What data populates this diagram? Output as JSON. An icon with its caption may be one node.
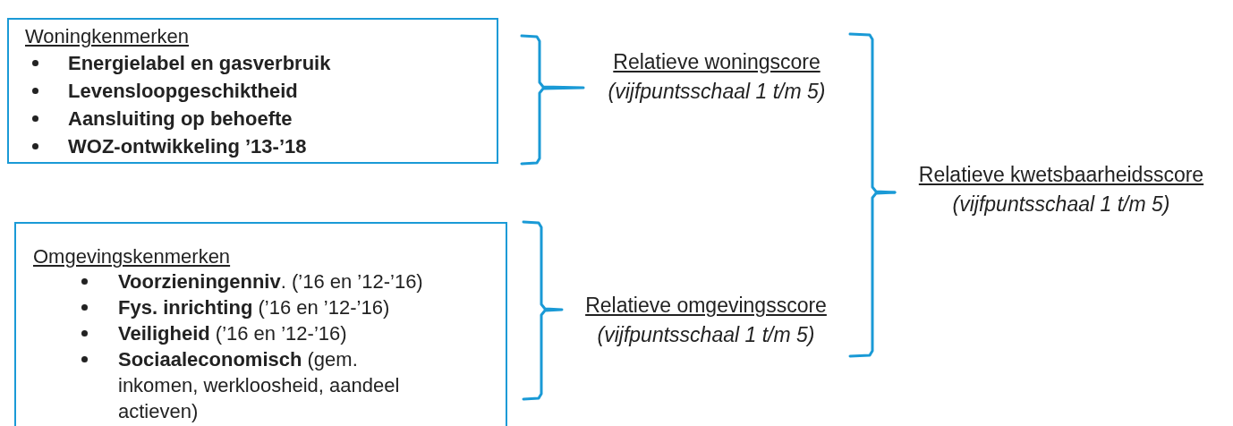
{
  "diagram": {
    "nodes": [
      {
        "text": [
          "Woningkenmerken",
          "Energielabel en gasverbruik",
          "Levensloopgeschiktheid",
          "Aansluiting op behoefte",
          "WOZ-ontwikkeling ’13-’18"
        ]
      },
      {
        "text": [
          "Relatieve woningscore",
          "(vijfpuntsschaal 1 t/m 5)"
        ]
      },
      {
        "text": [
          "Omgevingskenmerken",
          "**Voorzieningenniv**. (’16 en ’12-’16)",
          "**Fys. inrichting** (’16 en ’12-’16)",
          "**Veiligheid** (’16 en ’12-’16)",
          "**Sociaaleconomisch** (gem. inkomen, werkloosheid, aandeel actieven)"
        ]
      },
      {
        "text": [
          "Relatieve omgevingsscore",
          "(vijfpuntsschaal 1 t/m 5)"
        ]
      },
      {
        "text": [
          "Relatieve kwetsbaarheidsscore",
          "(vijfpuntsschaal 1 t/m 5)"
        ]
      }
    ],
    "edges": [
      {
        "from": 0,
        "to": 1,
        "arrow": "none"
      },
      {
        "from": 2,
        "to": 3,
        "arrow": "none"
      },
      {
        "from": 1,
        "to": 4,
        "arrow": "none"
      },
      {
        "from": 3,
        "to": 4,
        "arrow": "none"
      }
    ]
  }
}
